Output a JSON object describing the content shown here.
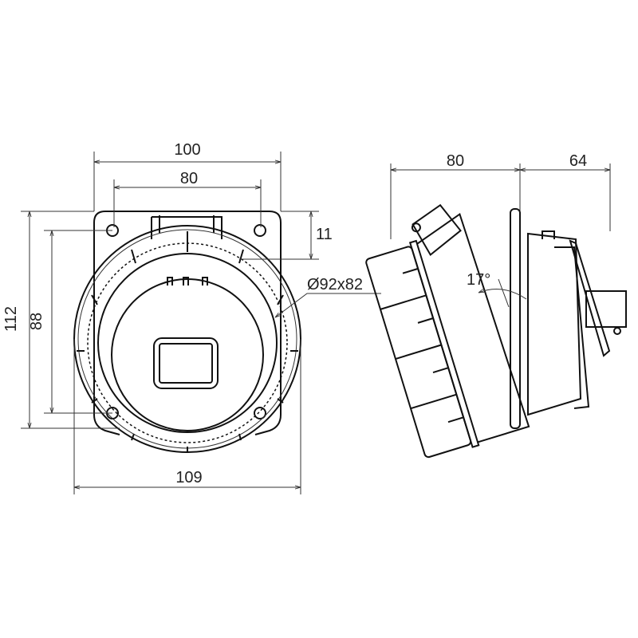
{
  "front_view": {
    "dim_width_outer": "100",
    "dim_hole_spacing_x": "80",
    "dim_top_offset": "11",
    "dim_cutout": "Ø92x82",
    "dim_height_outer": "112",
    "dim_hole_spacing_y": "88",
    "dim_diameter": "109"
  },
  "side_view": {
    "dim_front_depth": "80",
    "dim_rear_depth": "64",
    "dim_angle": "17°"
  }
}
